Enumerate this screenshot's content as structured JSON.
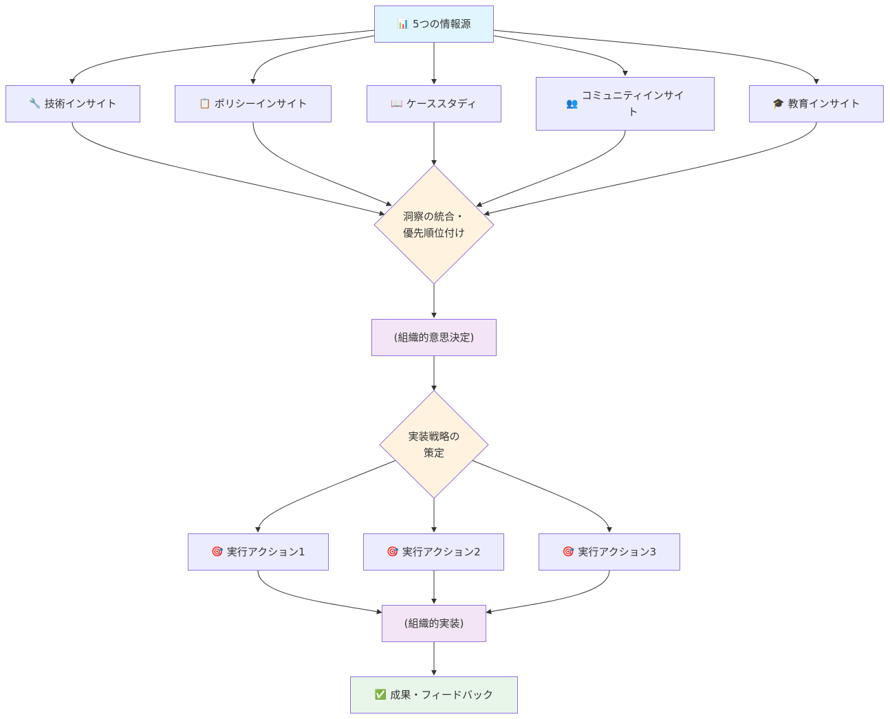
{
  "nodes": {
    "source": {
      "icon": "📊",
      "icon_name": "bar-chart-icon",
      "label": "5つの情報源"
    },
    "tech": {
      "icon": "🔧",
      "icon_name": "wrench-icon",
      "label": "技術インサイト"
    },
    "policy": {
      "icon": "📋",
      "icon_name": "clipboard-icon",
      "label": "ポリシーインサイト"
    },
    "case": {
      "icon": "📖",
      "icon_name": "open-book-icon",
      "label": "ケーススタディ"
    },
    "community": {
      "icon": "👥",
      "icon_name": "people-icon",
      "label": "コミュニティインサイ\nト"
    },
    "education": {
      "icon": "🎓",
      "icon_name": "graduation-cap-icon",
      "label": "教育インサイト"
    },
    "integrate": {
      "label": "洞察の統合・\n優先順位付け"
    },
    "decision": {
      "label": "(組織的意思決定)"
    },
    "strategy": {
      "label": "実装戦略の\n策定"
    },
    "action1": {
      "icon": "🎯",
      "icon_name": "target-icon",
      "label": "実行アクション1"
    },
    "action2": {
      "icon": "🎯",
      "icon_name": "target-icon",
      "label": "実行アクション2"
    },
    "action3": {
      "icon": "🎯",
      "icon_name": "target-icon",
      "label": "実行アクション3"
    },
    "implement": {
      "label": "(組織的実装)"
    },
    "result": {
      "icon": "✅",
      "icon_name": "check-mark-icon",
      "label": "成果・フィードバック"
    }
  },
  "colors": {
    "node_border": "#9370DB",
    "default_fill": "#ECECFF",
    "source_fill": "#E1F5FE",
    "decision_fill": "#FFF3E0",
    "org_fill": "#F3E5F5",
    "result_fill": "#E8F5E9",
    "edge": "#333333"
  }
}
